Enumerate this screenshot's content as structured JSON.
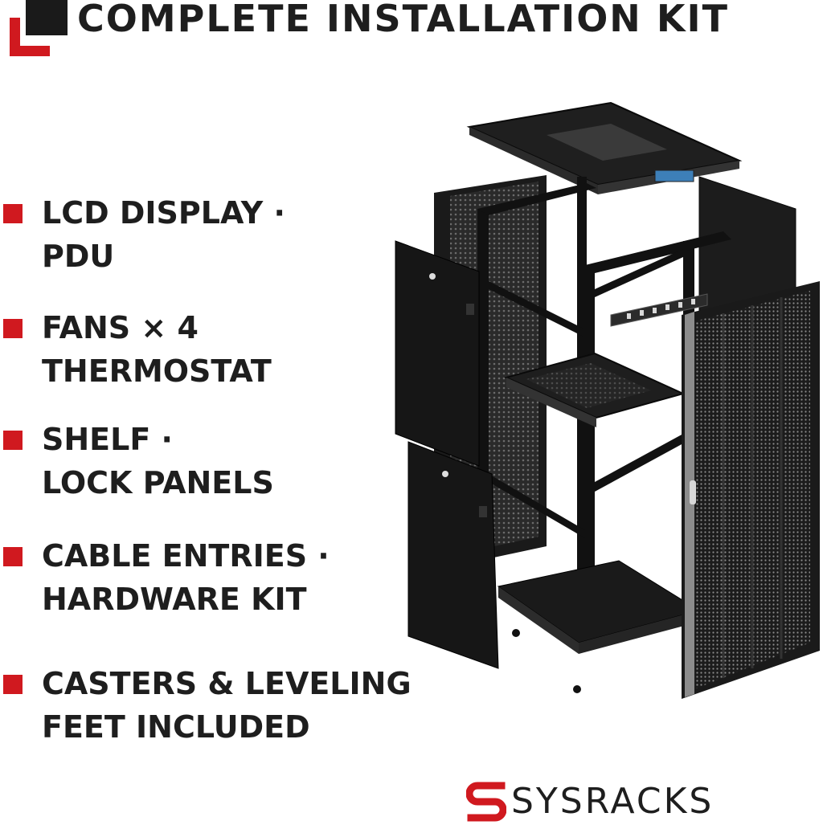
{
  "header": {
    "title": "COMPLETE INSTALLATION KIT"
  },
  "features": [
    {
      "line1": "LCD DISPLAY ·",
      "line2": "PDU"
    },
    {
      "line1": "FANS × 4",
      "line2": "THERMOSTAT"
    },
    {
      "line1": "SHELF ·",
      "line2": "LOCK PANELS"
    },
    {
      "line1": "CABLE ENTRIES ·",
      "line2": "HARDWARE KIT"
    },
    {
      "line1": "CASTERS & LEVELING",
      "line2": "FEET INCLUDED"
    }
  ],
  "brand": {
    "name": "SYSRACKS"
  },
  "colors": {
    "accent": "#d0191f",
    "text": "#1e1e1e",
    "background": "#ffffff"
  }
}
